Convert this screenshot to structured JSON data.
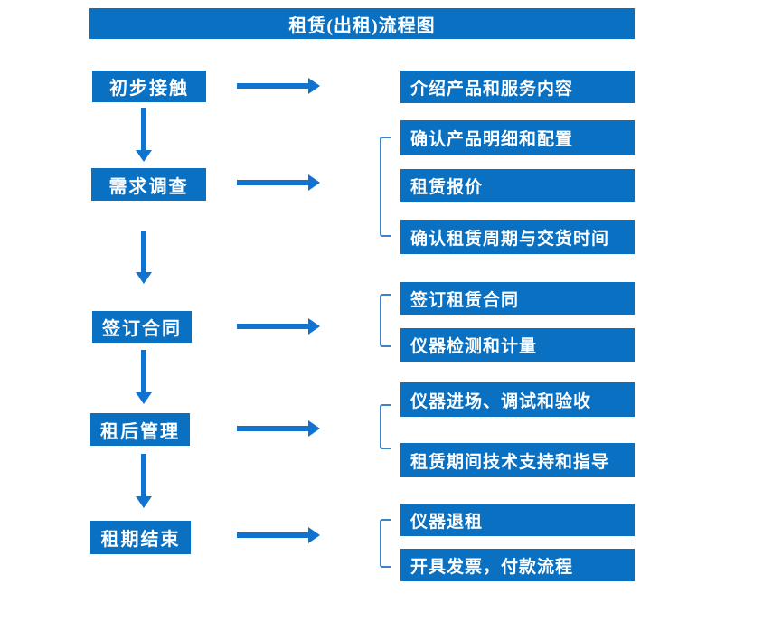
{
  "title": "租赁(出租)流程图",
  "colors": {
    "box_blue": "#0a70c1",
    "arrow_blue": "#1173d0",
    "bracket_blue": "#3b82c9"
  },
  "stages": [
    {
      "label": "初步接触",
      "details": [
        "介绍产品和服务内容"
      ]
    },
    {
      "label": "需求调查",
      "details": [
        "确认产品明细和配置",
        "租赁报价",
        "确认租赁周期与交货时间"
      ]
    },
    {
      "label": "签订合同",
      "details": [
        "签订租赁合同",
        "仪器检测和计量"
      ]
    },
    {
      "label": "租后管理",
      "details": [
        "仪器进场、调试和验收",
        "租赁期间技术支持和指导"
      ]
    },
    {
      "label": "租期结束",
      "details": [
        "仪器退租",
        "开具发票，付款流程"
      ]
    }
  ]
}
